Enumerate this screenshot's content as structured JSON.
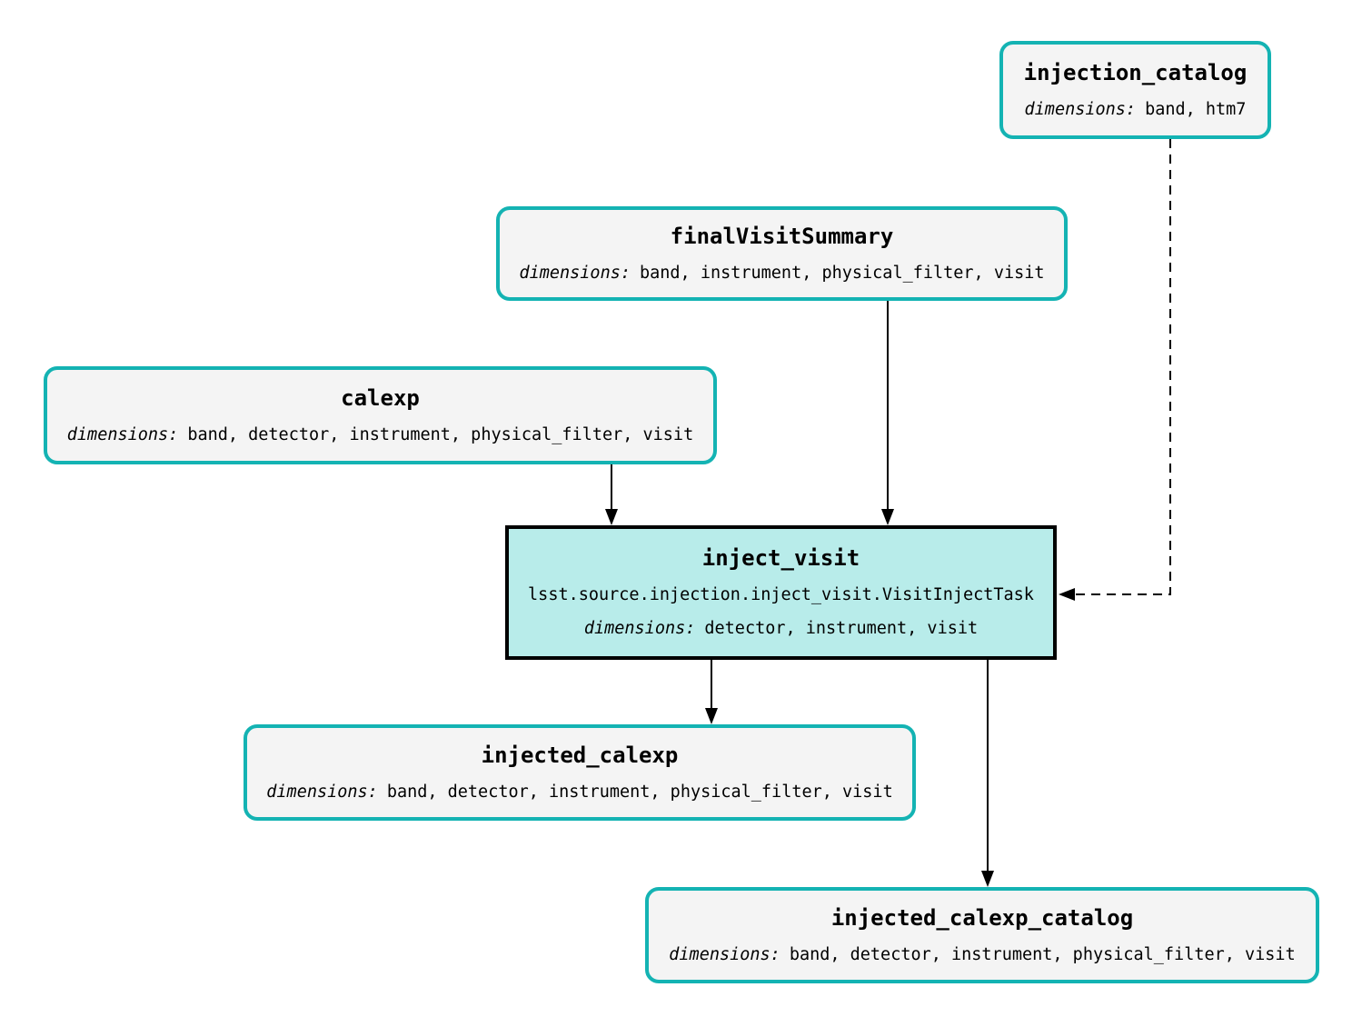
{
  "diagram": {
    "type": "pipeline-task-graph",
    "colors": {
      "dataset_border": "#14b3b3",
      "dataset_fill": "#f4f4f4",
      "task_fill": "#b8ecea",
      "task_border": "#000000",
      "arrow": "#000000"
    },
    "nodes": {
      "injection_catalog": {
        "kind": "dataset",
        "title": "injection_catalog",
        "dims_label": "dimensions:",
        "dims": "band, htm7"
      },
      "finalVisitSummary": {
        "kind": "dataset",
        "title": "finalVisitSummary",
        "dims_label": "dimensions:",
        "dims": "band, instrument, physical_filter, visit"
      },
      "calexp": {
        "kind": "dataset",
        "title": "calexp",
        "dims_label": "dimensions:",
        "dims": "band, detector, instrument, physical_filter, visit"
      },
      "inject_visit": {
        "kind": "task",
        "title": "inject_visit",
        "task_class": "lsst.source.injection.inject_visit.VisitInjectTask",
        "dims_label": "dimensions:",
        "dims": "detector, instrument, visit"
      },
      "injected_calexp": {
        "kind": "dataset",
        "title": "injected_calexp",
        "dims_label": "dimensions:",
        "dims": "band, detector, instrument, physical_filter, visit"
      },
      "injected_calexp_catalog": {
        "kind": "dataset",
        "title": "injected_calexp_catalog",
        "dims_label": "dimensions:",
        "dims": "band, detector, instrument, physical_filter, visit"
      }
    },
    "edges": [
      {
        "from": "calexp",
        "to": "inject_visit",
        "style": "solid"
      },
      {
        "from": "finalVisitSummary",
        "to": "inject_visit",
        "style": "solid"
      },
      {
        "from": "injection_catalog",
        "to": "inject_visit",
        "style": "dashed"
      },
      {
        "from": "inject_visit",
        "to": "injected_calexp",
        "style": "solid"
      },
      {
        "from": "inject_visit",
        "to": "injected_calexp_catalog",
        "style": "solid"
      }
    ]
  }
}
